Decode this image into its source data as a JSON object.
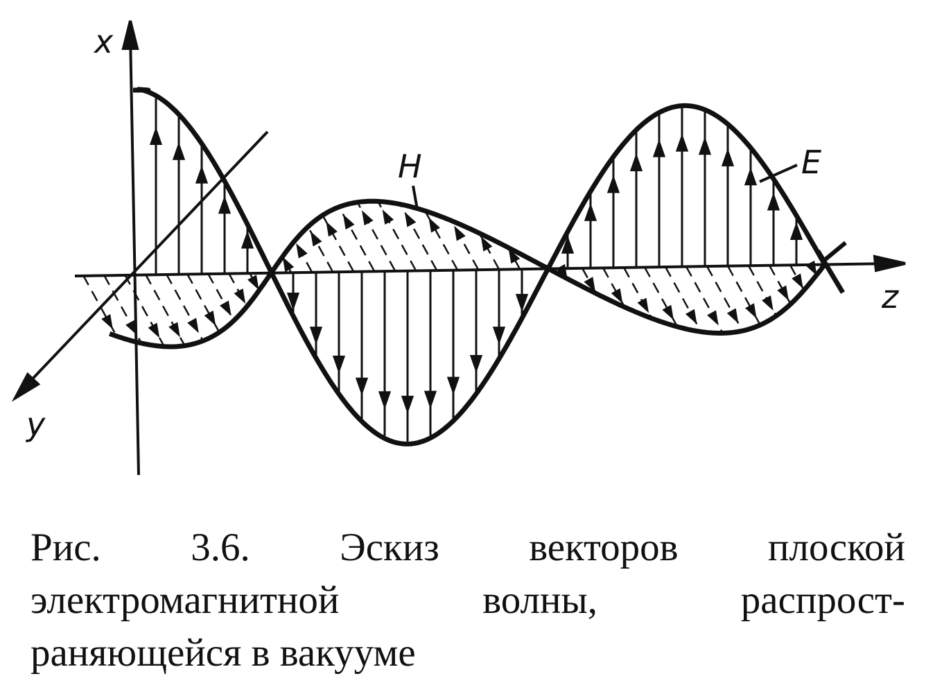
{
  "figure": {
    "axis_labels": {
      "x": "x",
      "y": "y",
      "z": "z"
    },
    "wave_labels": {
      "magnetic": "H",
      "electric": "E"
    }
  },
  "caption": {
    "line1": "Рис. 3.6. Эскиз векторов плоской",
    "line2": "электромагнитной волны, распрост-",
    "line3": "раняющейся в вакууме"
  }
}
